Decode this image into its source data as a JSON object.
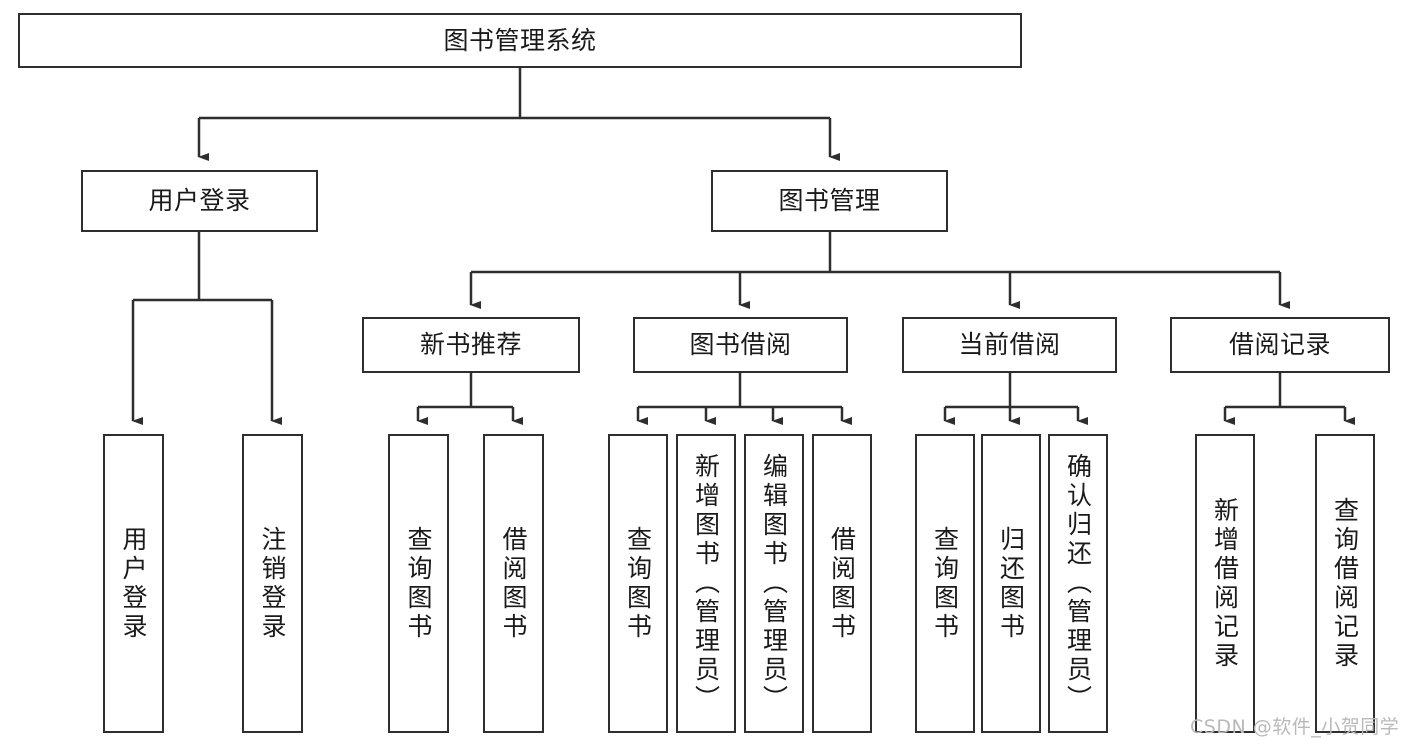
{
  "diagram": {
    "type": "tree-hierarchy",
    "title": "图书管理系统",
    "root": {
      "id": "root",
      "label": "图书管理系统"
    },
    "level2": [
      {
        "id": "user-login",
        "label": "用户登录"
      },
      {
        "id": "book-manage",
        "label": "图书管理"
      }
    ],
    "level3": [
      {
        "id": "new-book-recommend",
        "label": "新书推荐"
      },
      {
        "id": "book-borrow",
        "label": "图书借阅"
      },
      {
        "id": "current-borrow",
        "label": "当前借阅"
      },
      {
        "id": "borrow-record",
        "label": "借阅记录"
      }
    ],
    "leaves": {
      "user_login": [
        {
          "id": "leaf-user-login",
          "label": "用户登录"
        },
        {
          "id": "leaf-logout-login",
          "label": "注销登录"
        }
      ],
      "new_book_recommend": [
        {
          "id": "leaf-query-book-1",
          "label": "查询图书"
        },
        {
          "id": "leaf-borrow-book-1",
          "label": "借阅图书"
        }
      ],
      "book_borrow": [
        {
          "id": "leaf-query-book-2",
          "label": "查询图书"
        },
        {
          "id": "leaf-add-book",
          "label": "新增图书（管理员）"
        },
        {
          "id": "leaf-edit-book",
          "label": "编辑图书（管理员）"
        },
        {
          "id": "leaf-borrow-book-2",
          "label": "借阅图书"
        }
      ],
      "current_borrow": [
        {
          "id": "leaf-query-book-3",
          "label": "查询图书"
        },
        {
          "id": "leaf-return-book",
          "label": "归还图书"
        },
        {
          "id": "leaf-confirm-return",
          "label": "确认归还（管理员）"
        }
      ],
      "borrow_record": [
        {
          "id": "leaf-add-record",
          "label": "新增借阅记录"
        },
        {
          "id": "leaf-query-record",
          "label": "查询借阅记录"
        }
      ]
    }
  },
  "watermark": {
    "text": "CSDN @软件_小贺同学"
  },
  "colors": {
    "stroke": "#2e2e2e",
    "text": "#1a1a1a",
    "background": "#ffffff",
    "watermark": "#b9b9b9"
  }
}
